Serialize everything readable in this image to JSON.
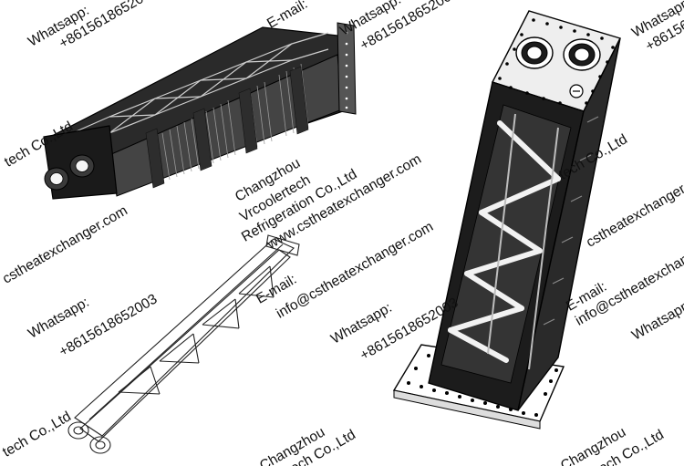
{
  "watermark": {
    "whatsapp_label": "Whatsapp:",
    "phone": "+8615618652003",
    "company_line1": "Changzhou",
    "company_line2": "Vrcoolertech",
    "company_line3": "Refrigeration Co.,Ltd",
    "company_short": "tech Co.,Ltd",
    "website": "www.cstheatexchanger.com",
    "website_partial": "cstheatexchanger.com",
    "email_label": "E-mail:",
    "email": "info@cstheatexchanger.com"
  },
  "colors": {
    "body": "#1c1c1c",
    "outline": "#000000",
    "brace": "#f2f2f2",
    "paper": "#ffffff"
  }
}
